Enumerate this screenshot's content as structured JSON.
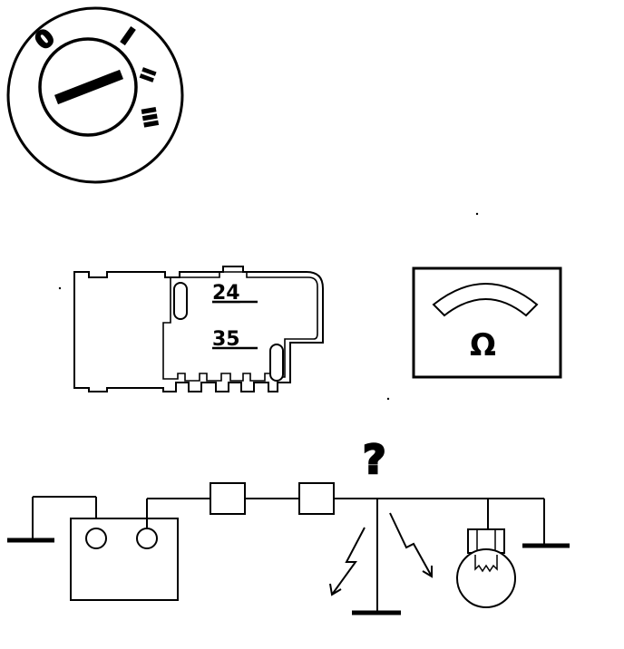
{
  "ignition_switch": {
    "positions": [
      "0",
      "I",
      "II",
      "III"
    ]
  },
  "connector": {
    "terminals_top": "24",
    "terminals_bottom": "35"
  },
  "ohmmeter": {
    "symbol": "Ω"
  },
  "circuit": {
    "query_mark": "?"
  },
  "colors": {
    "ink": "#000000",
    "paper": "#ffffff"
  }
}
